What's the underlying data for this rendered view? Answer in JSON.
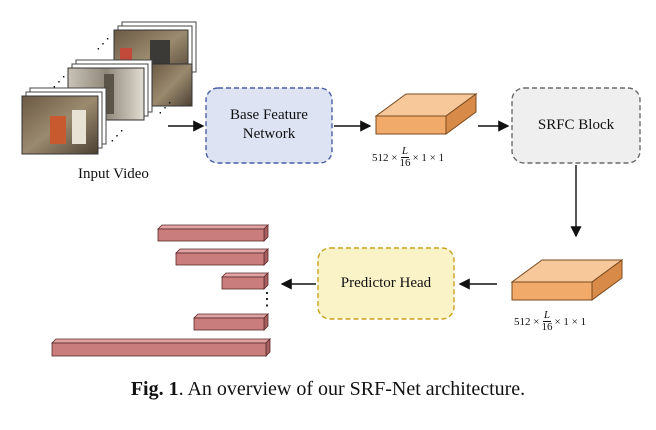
{
  "diagram": {
    "input_label": "Input Video",
    "base_network_label_line1": "Base Feature",
    "base_network_label_line2": "Network",
    "srfc_label": "SRFC Block",
    "predictor_label": "Predictor Head",
    "dim_top": {
      "prefix": "512 ×",
      "num": "L",
      "den": "16",
      "suffix": "× 1 × 1"
    },
    "dim_bottom": {
      "prefix": "512 ×",
      "num": "L",
      "den": "16",
      "suffix": "× 1 × 1"
    },
    "vertical_dots": "⋮",
    "colors": {
      "base_fill": "#dde3f3",
      "base_stroke": "#4a5fa3",
      "srfc_fill": "#efefef",
      "srfc_stroke": "#6a6a6a",
      "predictor_fill": "#fbf3c8",
      "predictor_stroke": "#c9a21d",
      "feature_front": "#f2aa6a",
      "feature_top": "#f7c99a",
      "feature_side": "#d88a48",
      "bar_front": "#c97d7d",
      "bar_top": "#e0a3a3",
      "bar_side": "#a85f5f"
    }
  },
  "caption": {
    "label": "Fig. 1",
    "text": ". An overview of our SRF-Net architecture."
  }
}
